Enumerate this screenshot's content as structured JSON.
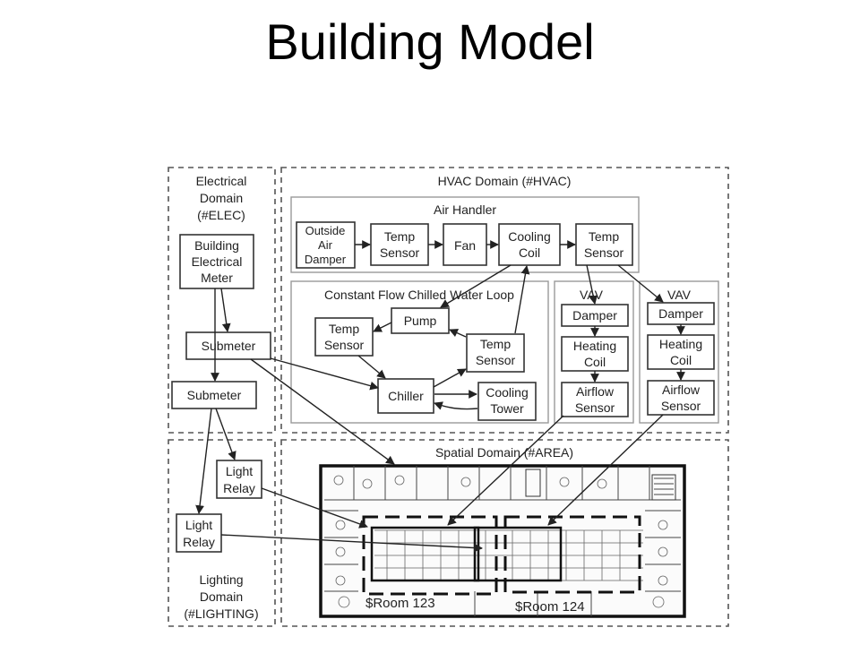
{
  "title": "Building Model",
  "domains": {
    "electrical": [
      "Electrical",
      "Domain",
      "(#ELEC)"
    ],
    "hvac": "HVAC Domain (#HVAC)",
    "spatial": "Spatial Domain (#AREA)",
    "lighting": [
      "Lighting",
      "Domain",
      "(#LIGHTING)"
    ]
  },
  "groups": {
    "air_handler": "Air Handler",
    "chilled_loop": "Constant Flow Chilled Water Loop",
    "vav_left": "VAV",
    "vav_right": "VAV"
  },
  "nodes": {
    "building_meter": [
      "Building",
      "Electrical",
      "Meter"
    ],
    "submeter_1": "Submeter",
    "submeter_2": "Submeter",
    "light_relay_1": [
      "Light",
      "Relay"
    ],
    "light_relay_2": [
      "Light",
      "Relay"
    ],
    "outside_air_damper": [
      "Outside",
      "Air",
      "Damper"
    ],
    "ah_temp_sensor_1": [
      "Temp",
      "Sensor"
    ],
    "fan": "Fan",
    "cooling_coil": [
      "Cooling",
      "Coil"
    ],
    "ah_temp_sensor_2": [
      "Temp",
      "Sensor"
    ],
    "pump": "Pump",
    "loop_temp_sensor_left": [
      "Temp",
      "Sensor"
    ],
    "loop_temp_sensor_right": [
      "Temp",
      "Sensor"
    ],
    "chiller": "Chiller",
    "cooling_tower": [
      "Cooling",
      "Tower"
    ],
    "vav1_damper": "Damper",
    "vav1_heating_coil": [
      "Heating",
      "Coil"
    ],
    "vav1_airflow_sensor": [
      "Airflow",
      "Sensor"
    ],
    "vav2_damper": "Damper",
    "vav2_heating_coil": [
      "Heating",
      "Coil"
    ],
    "vav2_airflow_sensor": [
      "Airflow",
      "Sensor"
    ]
  },
  "rooms": {
    "room_123": "$Room 123",
    "room_124": "$Room 124"
  }
}
